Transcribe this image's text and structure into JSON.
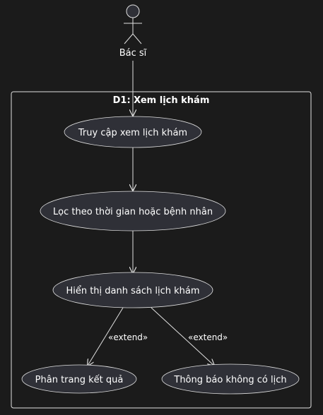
{
  "actor": {
    "name": "Bác sĩ"
  },
  "system": {
    "title": "D1: Xem lịch khám"
  },
  "use_cases": {
    "access": "Truy cập xem lịch khám",
    "filter": "Lọc theo thời gian hoặc bệnh nhân",
    "list": "Hiển thị danh sách lịch khám",
    "paging": "Phân trang kết quả",
    "empty": "Thông báo không có lịch"
  },
  "relations": {
    "extend_left": "«extend»",
    "extend_right": "«extend»"
  },
  "colors": {
    "background": "#1b1b1b",
    "stroke": "#e0e0e0",
    "usecase_fill": "#2f3037",
    "text": "#ffffff"
  }
}
